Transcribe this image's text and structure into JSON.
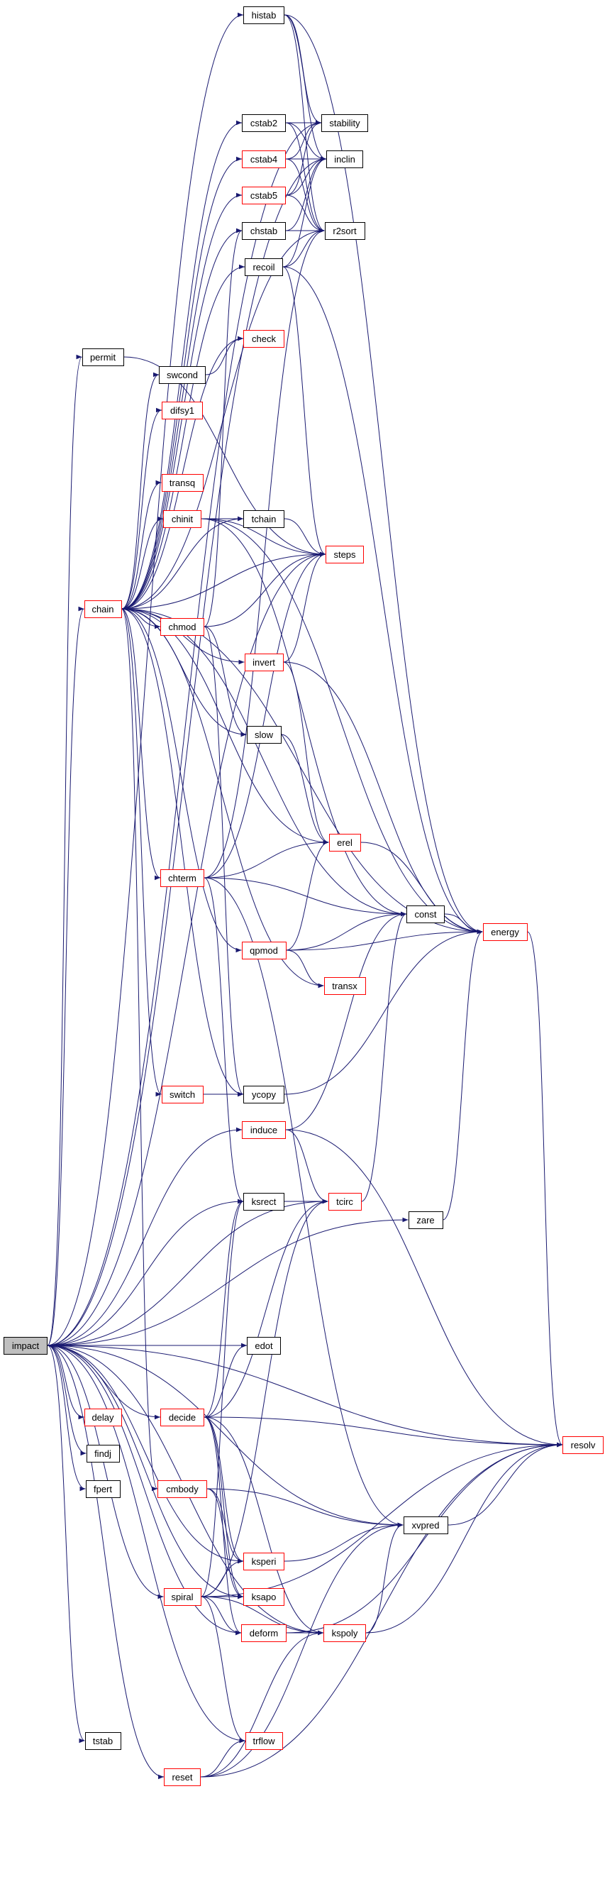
{
  "graph": {
    "type": "call-graph",
    "root": "impact",
    "colors": {
      "edge": "#191970",
      "truncated_border": "#ff0000",
      "normal_border": "#000000",
      "root_fill": "#bfbfbf"
    },
    "nodes": [
      {
        "id": "histab",
        "label": "histab",
        "truncated": false
      },
      {
        "id": "stability",
        "label": "stability",
        "truncated": false
      },
      {
        "id": "cstab2",
        "label": "cstab2",
        "truncated": false
      },
      {
        "id": "inclin",
        "label": "inclin",
        "truncated": false
      },
      {
        "id": "cstab4",
        "label": "cstab4",
        "truncated": true
      },
      {
        "id": "cstab5",
        "label": "cstab5",
        "truncated": true
      },
      {
        "id": "r2sort",
        "label": "r2sort",
        "truncated": false
      },
      {
        "id": "chstab",
        "label": "chstab",
        "truncated": false
      },
      {
        "id": "recoil",
        "label": "recoil",
        "truncated": false
      },
      {
        "id": "check",
        "label": "check",
        "truncated": true
      },
      {
        "id": "permit",
        "label": "permit",
        "truncated": false
      },
      {
        "id": "swcond",
        "label": "swcond",
        "truncated": false
      },
      {
        "id": "difsy1",
        "label": "difsy1",
        "truncated": true
      },
      {
        "id": "transq",
        "label": "transq",
        "truncated": true
      },
      {
        "id": "chinit",
        "label": "chinit",
        "truncated": true
      },
      {
        "id": "tchain",
        "label": "tchain",
        "truncated": false
      },
      {
        "id": "steps",
        "label": "steps",
        "truncated": true
      },
      {
        "id": "chain",
        "label": "chain",
        "truncated": true
      },
      {
        "id": "chmod",
        "label": "chmod",
        "truncated": true
      },
      {
        "id": "invert",
        "label": "invert",
        "truncated": true
      },
      {
        "id": "slow",
        "label": "slow",
        "truncated": false
      },
      {
        "id": "erel",
        "label": "erel",
        "truncated": true
      },
      {
        "id": "chterm",
        "label": "chterm",
        "truncated": true
      },
      {
        "id": "const",
        "label": "const",
        "truncated": false
      },
      {
        "id": "energy",
        "label": "energy",
        "truncated": true
      },
      {
        "id": "qpmod",
        "label": "qpmod",
        "truncated": true
      },
      {
        "id": "transx",
        "label": "transx",
        "truncated": true
      },
      {
        "id": "switch",
        "label": "switch",
        "truncated": true
      },
      {
        "id": "ycopy",
        "label": "ycopy",
        "truncated": false
      },
      {
        "id": "induce",
        "label": "induce",
        "truncated": true
      },
      {
        "id": "ksrect",
        "label": "ksrect",
        "truncated": false
      },
      {
        "id": "tcirc",
        "label": "tcirc",
        "truncated": true
      },
      {
        "id": "zare",
        "label": "zare",
        "truncated": false
      },
      {
        "id": "impact",
        "label": "impact",
        "truncated": false
      },
      {
        "id": "edot",
        "label": "edot",
        "truncated": false
      },
      {
        "id": "delay",
        "label": "delay",
        "truncated": true
      },
      {
        "id": "decide",
        "label": "decide",
        "truncated": true
      },
      {
        "id": "resolv",
        "label": "resolv",
        "truncated": true
      },
      {
        "id": "findj",
        "label": "findj",
        "truncated": false
      },
      {
        "id": "fpert",
        "label": "fpert",
        "truncated": false
      },
      {
        "id": "cmbody",
        "label": "cmbody",
        "truncated": true
      },
      {
        "id": "xvpred",
        "label": "xvpred",
        "truncated": false
      },
      {
        "id": "ksperi",
        "label": "ksperi",
        "truncated": true
      },
      {
        "id": "spiral",
        "label": "spiral",
        "truncated": true
      },
      {
        "id": "ksapo",
        "label": "ksapo",
        "truncated": true
      },
      {
        "id": "deform",
        "label": "deform",
        "truncated": true
      },
      {
        "id": "kspoly",
        "label": "kspoly",
        "truncated": true
      },
      {
        "id": "tstab",
        "label": "tstab",
        "truncated": false
      },
      {
        "id": "trflow",
        "label": "trflow",
        "truncated": true
      },
      {
        "id": "reset",
        "label": "reset",
        "truncated": true
      }
    ],
    "edges": [
      [
        "impact",
        "histab"
      ],
      [
        "impact",
        "stability"
      ],
      [
        "impact",
        "inclin"
      ],
      [
        "impact",
        "permit"
      ],
      [
        "impact",
        "chain"
      ],
      [
        "impact",
        "steps"
      ],
      [
        "impact",
        "induce"
      ],
      [
        "impact",
        "ksrect"
      ],
      [
        "impact",
        "tcirc"
      ],
      [
        "impact",
        "zare"
      ],
      [
        "impact",
        "resolv"
      ],
      [
        "impact",
        "xvpred"
      ],
      [
        "impact",
        "edot"
      ],
      [
        "impact",
        "delay"
      ],
      [
        "impact",
        "findj"
      ],
      [
        "impact",
        "fpert"
      ],
      [
        "impact",
        "decide"
      ],
      [
        "impact",
        "ksperi"
      ],
      [
        "impact",
        "ksapo"
      ],
      [
        "impact",
        "spiral"
      ],
      [
        "impact",
        "deform"
      ],
      [
        "impact",
        "kspoly"
      ],
      [
        "impact",
        "trflow"
      ],
      [
        "impact",
        "tstab"
      ],
      [
        "impact",
        "reset"
      ],
      [
        "histab",
        "stability"
      ],
      [
        "histab",
        "inclin"
      ],
      [
        "histab",
        "r2sort"
      ],
      [
        "histab",
        "energy"
      ],
      [
        "cstab2",
        "stability"
      ],
      [
        "cstab2",
        "inclin"
      ],
      [
        "cstab2",
        "r2sort"
      ],
      [
        "cstab4",
        "stability"
      ],
      [
        "cstab4",
        "inclin"
      ],
      [
        "cstab4",
        "r2sort"
      ],
      [
        "cstab5",
        "stability"
      ],
      [
        "cstab5",
        "inclin"
      ],
      [
        "cstab5",
        "r2sort"
      ],
      [
        "chstab",
        "r2sort"
      ],
      [
        "chstab",
        "inclin"
      ],
      [
        "recoil",
        "r2sort"
      ],
      [
        "recoil",
        "inclin"
      ],
      [
        "recoil",
        "energy"
      ],
      [
        "recoil",
        "steps"
      ],
      [
        "permit",
        "steps"
      ],
      [
        "chain",
        "cstab2"
      ],
      [
        "chain",
        "cstab4"
      ],
      [
        "chain",
        "cstab5"
      ],
      [
        "chain",
        "chstab"
      ],
      [
        "chain",
        "recoil"
      ],
      [
        "chain",
        "check"
      ],
      [
        "chain",
        "swcond"
      ],
      [
        "chain",
        "difsy1"
      ],
      [
        "chain",
        "transq"
      ],
      [
        "chain",
        "chinit"
      ],
      [
        "chain",
        "tchain"
      ],
      [
        "chain",
        "steps"
      ],
      [
        "chain",
        "chmod"
      ],
      [
        "chain",
        "invert"
      ],
      [
        "chain",
        "slow"
      ],
      [
        "chain",
        "erel"
      ],
      [
        "chain",
        "chterm"
      ],
      [
        "chain",
        "const"
      ],
      [
        "chain",
        "qpmod"
      ],
      [
        "chain",
        "transx"
      ],
      [
        "chain",
        "energy"
      ],
      [
        "chain",
        "switch"
      ],
      [
        "chain",
        "ycopy"
      ],
      [
        "chain",
        "cmbody"
      ],
      [
        "chain",
        "r2sort"
      ],
      [
        "swcond",
        "check"
      ],
      [
        "chinit",
        "tchain"
      ],
      [
        "chinit",
        "steps"
      ],
      [
        "chinit",
        "const"
      ],
      [
        "chinit",
        "energy"
      ],
      [
        "tchain",
        "steps"
      ],
      [
        "chmod",
        "chstab"
      ],
      [
        "chmod",
        "steps"
      ],
      [
        "chmod",
        "slow"
      ],
      [
        "chmod",
        "ycopy"
      ],
      [
        "invert",
        "steps"
      ],
      [
        "invert",
        "erel"
      ],
      [
        "invert",
        "energy"
      ],
      [
        "slow",
        "erel"
      ],
      [
        "erel",
        "energy"
      ],
      [
        "chterm",
        "steps"
      ],
      [
        "chterm",
        "r2sort"
      ],
      [
        "chterm",
        "erel"
      ],
      [
        "chterm",
        "const"
      ],
      [
        "chterm",
        "ksrect"
      ],
      [
        "chterm",
        "xvpred"
      ],
      [
        "const",
        "energy"
      ],
      [
        "qpmod",
        "erel"
      ],
      [
        "qpmod",
        "const"
      ],
      [
        "qpmod",
        "energy"
      ],
      [
        "qpmod",
        "transx"
      ],
      [
        "energy",
        "resolv"
      ],
      [
        "switch",
        "ycopy"
      ],
      [
        "ycopy",
        "energy"
      ],
      [
        "induce",
        "const"
      ],
      [
        "induce",
        "tcirc"
      ],
      [
        "induce",
        "resolv"
      ],
      [
        "ksrect",
        "tcirc"
      ],
      [
        "tcirc",
        "const"
      ],
      [
        "zare",
        "energy"
      ],
      [
        "decide",
        "ksrect"
      ],
      [
        "decide",
        "edot"
      ],
      [
        "decide",
        "tcirc"
      ],
      [
        "decide",
        "resolv"
      ],
      [
        "decide",
        "ksperi"
      ],
      [
        "decide",
        "ksapo"
      ],
      [
        "decide",
        "deform"
      ],
      [
        "decide",
        "kspoly"
      ],
      [
        "cmbody",
        "xvpred"
      ],
      [
        "cmbody",
        "ksperi"
      ],
      [
        "cmbody",
        "ksapo"
      ],
      [
        "xvpred",
        "resolv"
      ],
      [
        "ksperi",
        "xvpred"
      ],
      [
        "spiral",
        "ksrect"
      ],
      [
        "spiral",
        "tcirc"
      ],
      [
        "spiral",
        "ksperi"
      ],
      [
        "spiral",
        "ksapo"
      ],
      [
        "spiral",
        "deform"
      ],
      [
        "spiral",
        "kspoly"
      ],
      [
        "spiral",
        "trflow"
      ],
      [
        "spiral",
        "resolv"
      ],
      [
        "deform",
        "kspoly"
      ],
      [
        "deform",
        "resolv"
      ],
      [
        "kspoly",
        "xvpred"
      ],
      [
        "kspoly",
        "resolv"
      ],
      [
        "reset",
        "trflow"
      ],
      [
        "reset",
        "kspoly"
      ],
      [
        "reset",
        "xvpred"
      ],
      [
        "reset",
        "resolv"
      ]
    ]
  }
}
